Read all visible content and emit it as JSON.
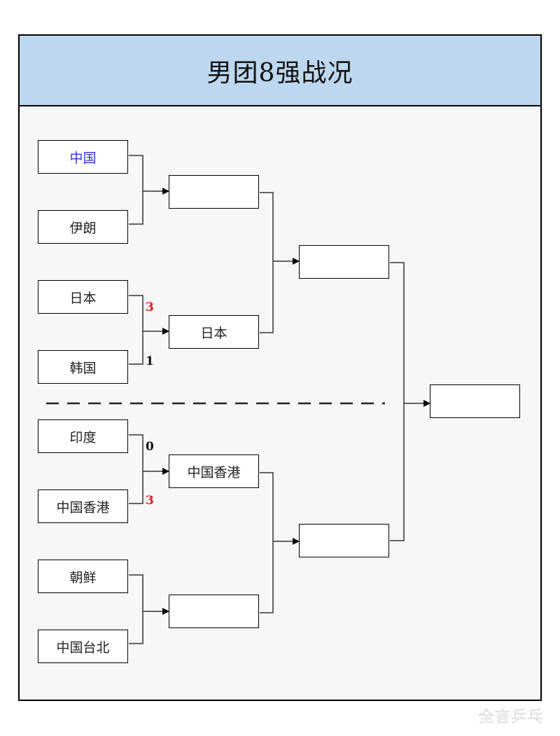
{
  "title": "男团8强战况",
  "round1": [
    {
      "team": "中国",
      "highlight": true,
      "score": ""
    },
    {
      "team": "伊朗",
      "highlight": false,
      "score": ""
    },
    {
      "team": "日本",
      "highlight": false,
      "score": "3",
      "winner": true
    },
    {
      "team": "韩国",
      "highlight": false,
      "score": "1",
      "winner": false
    },
    {
      "team": "印度",
      "highlight": false,
      "score": "0",
      "winner": false
    },
    {
      "team": "中国香港",
      "highlight": false,
      "score": "3",
      "winner": true
    },
    {
      "team": "朝鲜",
      "highlight": false,
      "score": ""
    },
    {
      "team": "中国台北",
      "highlight": false,
      "score": ""
    }
  ],
  "semifinal_slots": [
    "",
    "日本",
    "中国香港",
    ""
  ],
  "final_slots": [
    "",
    ""
  ],
  "champion_slot": "",
  "watermark": "全言乒乓",
  "colors": {
    "header_bg": "#bdd7ee",
    "win_score": "#e01b1b",
    "highlight_team": "#3333dd"
  }
}
